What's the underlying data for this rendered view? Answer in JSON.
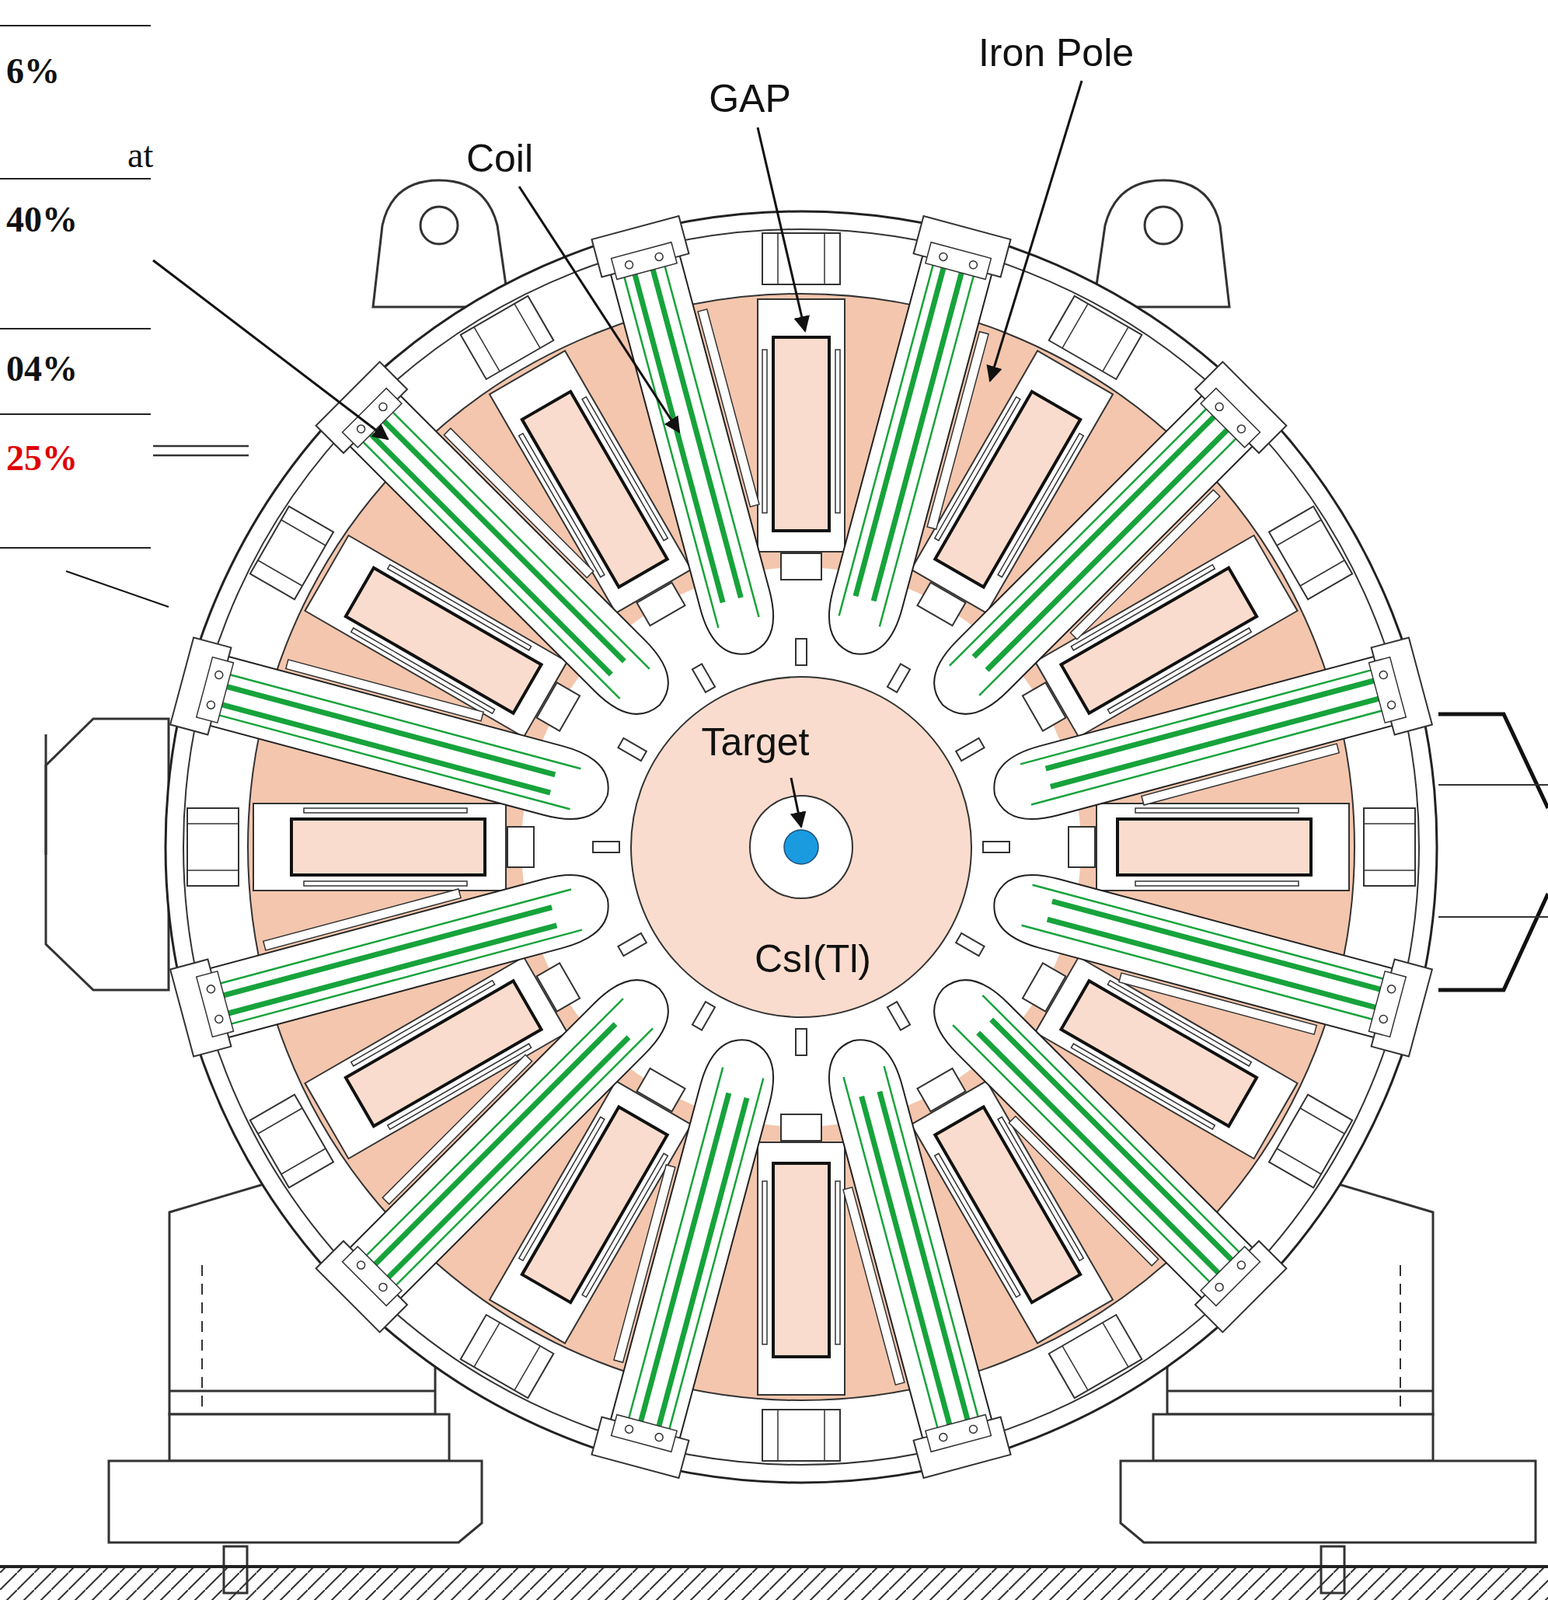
{
  "diagram": {
    "nodes": [
      {
        "text": [
          "Target",
          "CsI(Tl)"
        ]
      }
    ],
    "labels": [
      "6%",
      "at",
      "40%",
      "04%",
      "25%",
      "Coil",
      "GAP",
      "Iron Pole"
    ]
  }
}
